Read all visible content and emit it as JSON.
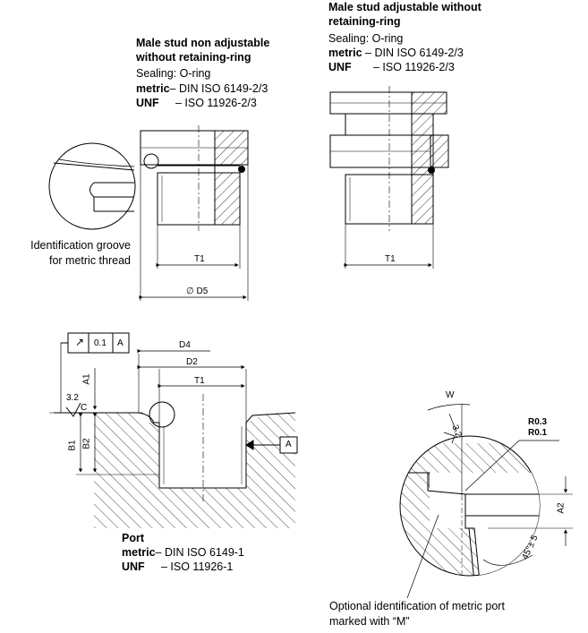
{
  "adjustable": {
    "title_line1": "Male stud adjustable without",
    "title_line2": "retaining-ring",
    "sealing": "Sealing: O-ring",
    "metric_key": "metric",
    "metric_val": "– DIN ISO 6149-2/3",
    "unf_key": "UNF",
    "unf_val": "– ISO 11926-2/3"
  },
  "non_adjustable": {
    "title_line1": "Male stud non adjustable",
    "title_line2": "without retaining-ring",
    "sealing": "Sealing: O-ring",
    "metric_key": "metric",
    "metric_val": "– DIN ISO 6149-2/3",
    "unf_key": "UNF",
    "unf_val": "– ISO 11926-2/3"
  },
  "groove_note": {
    "line1": "Identification groove",
    "line2": "for metric thread"
  },
  "dims": {
    "t1": "T1",
    "d5": "∅ D5",
    "d4": "D4",
    "d2": "D2",
    "a1": "A1",
    "b1": "B1",
    "b2": "B2",
    "a2": "A2",
    "w": "W",
    "angle": "45°± 5",
    "r03": "R0.3",
    "r01": "R0.1",
    "roughness": "3.2",
    "datum_c": "C",
    "datum_a": "A",
    "tol_value": "0.1",
    "tol_ref": "A",
    "tol_symbol": "↗"
  },
  "port": {
    "title": "Port",
    "metric_key": "metric",
    "metric_val": "– DIN ISO 6149-1",
    "unf_key": "UNF",
    "unf_val": "– ISO 11926-1"
  },
  "optional_note": {
    "line1": "Optional identification of metric port",
    "line2": "marked with “M”"
  }
}
